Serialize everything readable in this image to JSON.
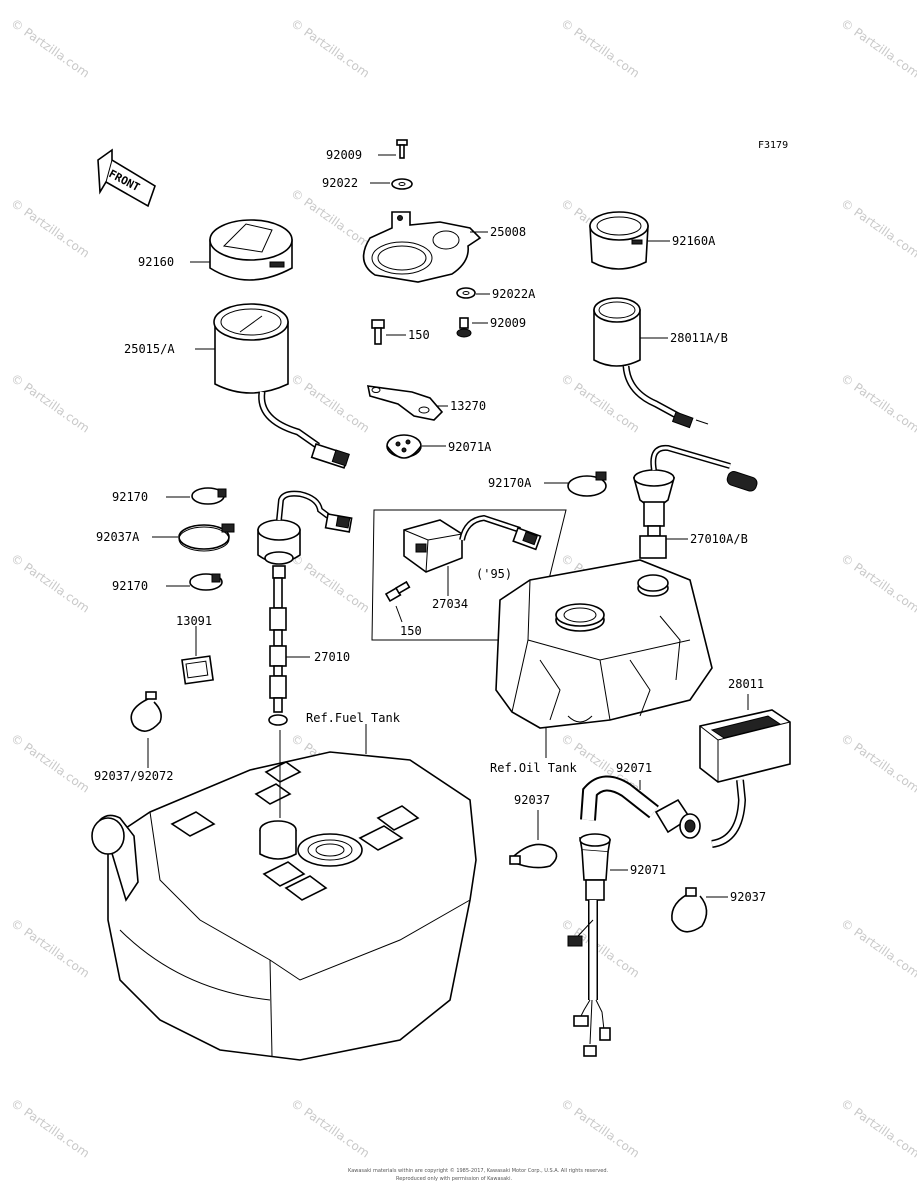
{
  "figure_code": "F3179",
  "front_label": "FRONT",
  "watermark_text": "© Partzilla.com",
  "footer": {
    "line1": "Kawasaki materials within are copyright © 1985-2017, Kawasaki Motor Corp., U.S.A. All rights reserved.",
    "line2": "Reproduced only with permission of Kawasaki."
  },
  "labels": {
    "p92009_top": "92009",
    "p92022": "92022",
    "p25008": "25008",
    "p92022A": "92022A",
    "p92160": "92160",
    "p92160A": "92160A",
    "p25015A": "25015/A",
    "p150_top": "150",
    "p92009_mid": "92009",
    "p28011AB": "28011A/B",
    "p13270": "13270",
    "p92071A": "92071A",
    "p92170_1": "92170",
    "p92170A": "92170A",
    "p92037A": "92037A",
    "p27010AB": "27010A/B",
    "p95": "('95)",
    "p27034": "27034",
    "p150_box": "150",
    "p92170_2": "92170",
    "p13091": "13091",
    "p27010": "27010",
    "p28011": "28011",
    "ref_fuel_tank": "Ref.Fuel Tank",
    "ref_oil_tank": "Ref.Oil Tank",
    "p92037_92072": "92037/92072",
    "p92071_1": "92071",
    "p92037_1": "92037",
    "p92071_2": "92071",
    "p92037_2": "92037"
  }
}
